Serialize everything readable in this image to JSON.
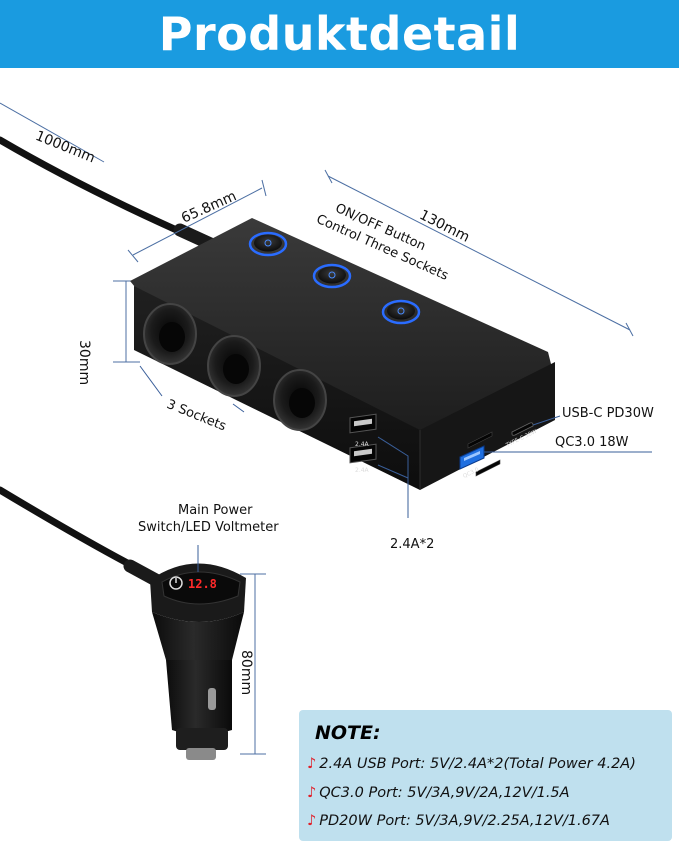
{
  "banner": {
    "title": "Produktdetail"
  },
  "dimensions": {
    "cable_length": "1000mm",
    "depth": "65.8mm",
    "length": "130mm",
    "height": "30mm",
    "plug_length": "80mm"
  },
  "callouts": {
    "on_off": "ON/OFF Button",
    "control": "Control Three Sockets",
    "sockets": "3 Sockets",
    "usb_c": "USB-C PD30W",
    "qc30": "QC3.0 18W",
    "usb_a": "2.4A*2",
    "main_power_1": "Main Power",
    "main_power_2": "Switch/LED Voltmeter"
  },
  "device": {
    "port_label_1": "2.4A",
    "port_label_2": "2.4A",
    "qc_label": "QC3.0",
    "typec_label": "TYPE-C 30W",
    "voltmeter_reading": "12.8"
  },
  "note": {
    "title": "NOTE:",
    "lines": [
      "2.4A USB Port: 5V/2.4A*2(Total Power 4.2A)",
      "QC3.0 Port: 5V/3A,9V/2A,12V/1.5A",
      "PD20W Port: 5V/3A,9V/2.25A,12V/1.67A"
    ]
  },
  "colors": {
    "banner": "#1a9be0",
    "note_bg": "#bfe0ee",
    "button_ring": "#2a6cff",
    "voltmeter": "#ff2a2a",
    "note_mark": "#e0202a"
  }
}
